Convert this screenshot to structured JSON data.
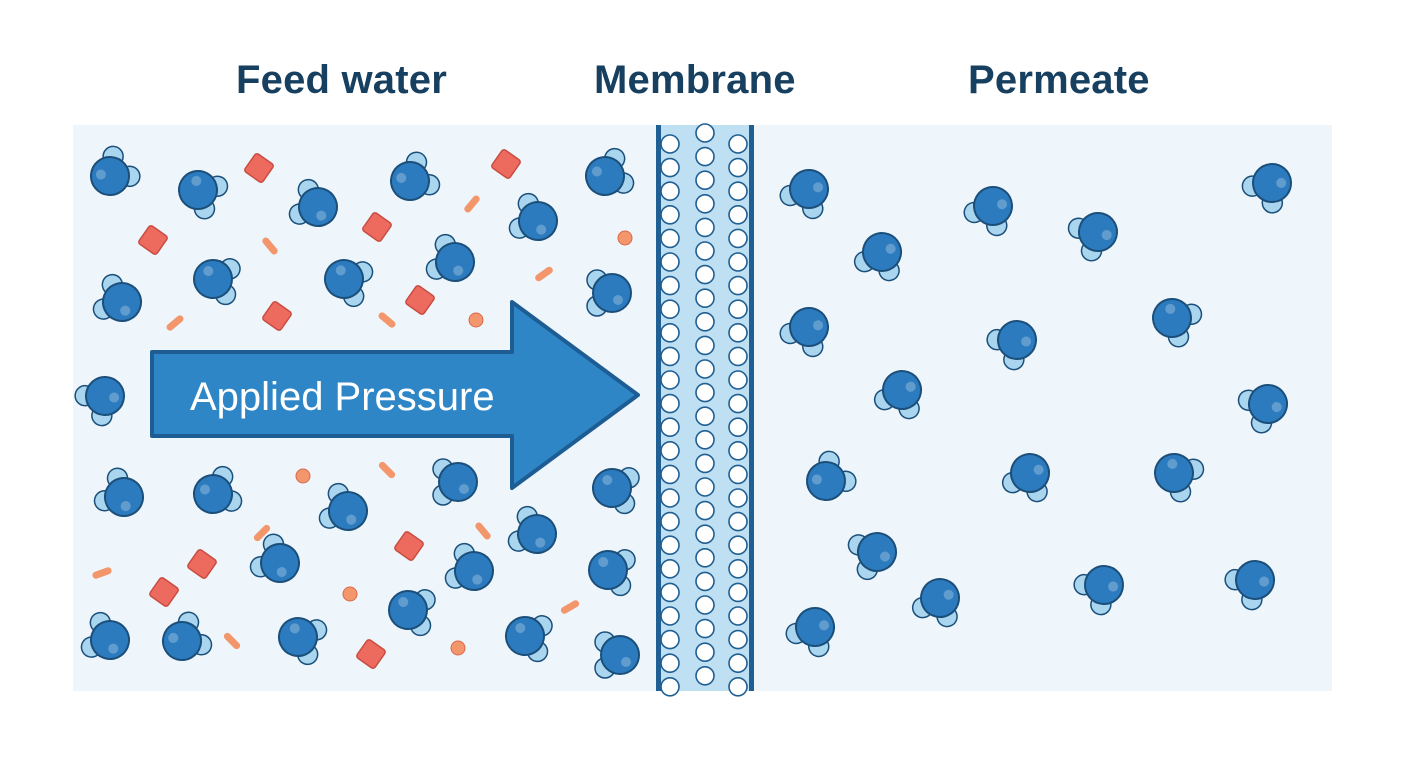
{
  "headings": {
    "feed": "Feed water",
    "membrane": "Membrane",
    "permeate": "Permeate"
  },
  "arrow": {
    "label": "Applied Pressure"
  },
  "colors": {
    "background": "#ffffff",
    "panel": "#eef6fc",
    "heading": "#173f5f",
    "water_oxygen": "#2d7bbf",
    "water_hydrogen": "#a9d5ef",
    "molecule_outline": "#1b4f7a",
    "salt_square": "#ec6b5e",
    "salt_dot": "#f3966b",
    "arrow_fill": "#2f86c6",
    "arrow_outline": "#1e5d93",
    "membrane_fill": "#bfe0f2",
    "membrane_edge": "#1f5f93"
  },
  "legend_icons": [
    "water-molecule-icon",
    "salt-ion-icon",
    "membrane-pore-icon"
  ]
}
